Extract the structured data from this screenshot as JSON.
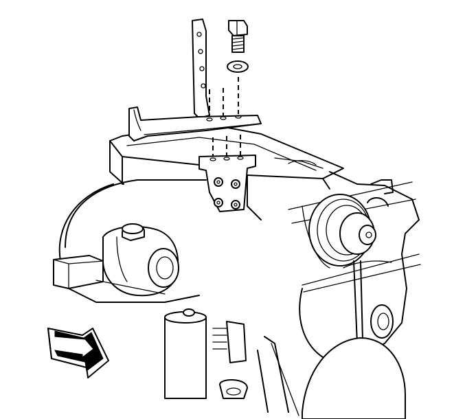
{
  "diagram": {
    "components": [
      {
        "id": "engine-block",
        "icon": "engine-block-outline"
      },
      {
        "id": "mounting-bracket",
        "icon": "bracket-icon"
      },
      {
        "id": "bolt",
        "icon": "bolt-icon"
      },
      {
        "id": "washer",
        "icon": "washer-icon"
      },
      {
        "id": "turbocharger",
        "icon": "turbocharger-icon"
      },
      {
        "id": "pulley",
        "icon": "pulley-icon"
      },
      {
        "id": "bracket-mount-bolts",
        "count": 4
      },
      {
        "id": "direction-arrow",
        "icon": "arrow-icon",
        "direction": "down-right"
      }
    ],
    "colors": {
      "line": "#000000",
      "background": "#ffffff"
    }
  }
}
